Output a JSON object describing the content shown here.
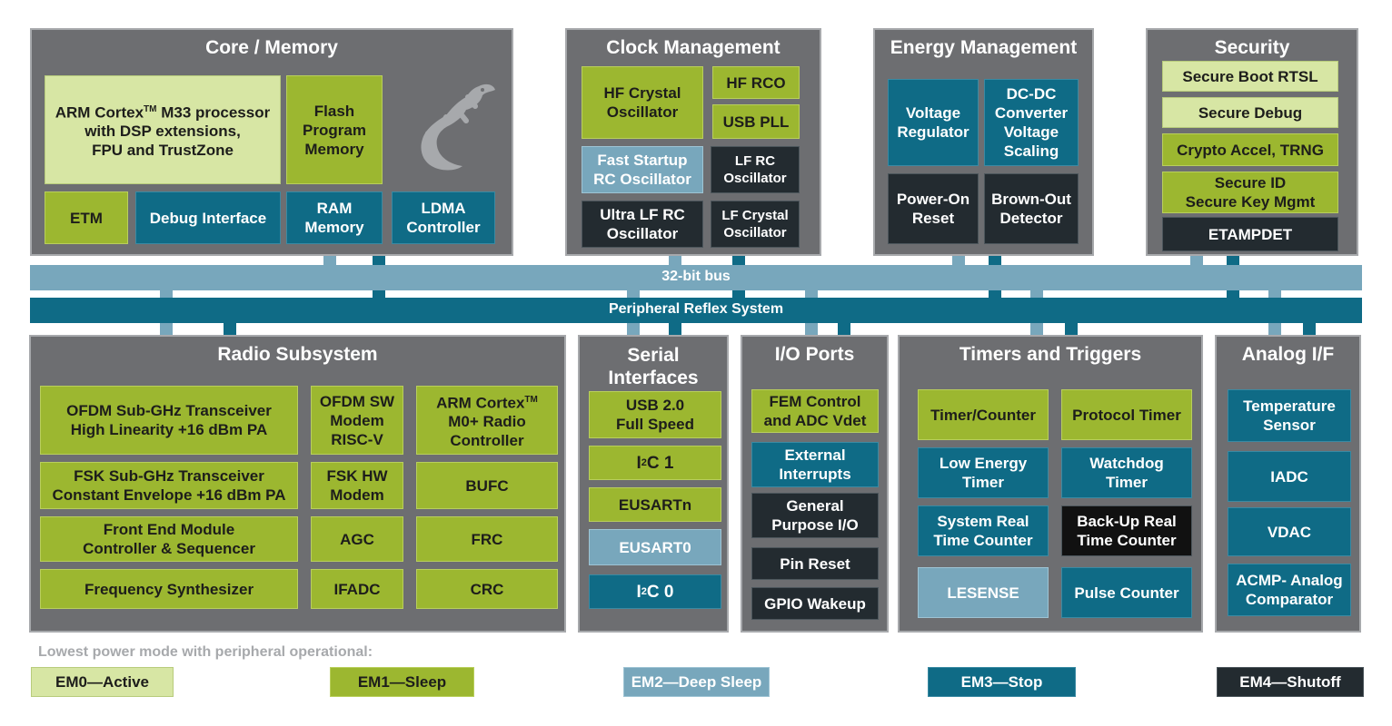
{
  "bus": {
    "bus32": "32-bit bus",
    "prs": "Peripheral Reflex System"
  },
  "core": {
    "title": "Core / Memory",
    "arm_line1": "ARM Cortex",
    "arm_tm": "TM",
    "arm_line1_rest": " M33 processor",
    "arm_line2": "with DSP extensions,",
    "arm_line3": "FPU and TrustZone",
    "flash": "Flash\nProgram\nMemory",
    "etm": "ETM",
    "debug": "Debug Interface",
    "ram": "RAM\nMemory",
    "ldma": "LDMA\nController"
  },
  "clock": {
    "title": "Clock Management",
    "hfxo": "HF Crystal\nOscillator",
    "hfrco": "HF RCO",
    "usbpll": "USB PLL",
    "fsrco": "Fast Startup\nRC Oscillator",
    "lfrco": "LF RC\nOscillator",
    "ulfrco": "Ultra LF RC\nOscillator",
    "lfxo": "LF Crystal\nOscillator"
  },
  "energy": {
    "title": "Energy Management",
    "vreg": "Voltage\nRegulator",
    "dcdc": "DC-DC\nConverter\nVoltage\nScaling",
    "por": "Power-On\nReset",
    "bod": "Brown-Out\nDetector"
  },
  "security": {
    "title": "Security",
    "sboot": "Secure Boot RTSL",
    "sdebug": "Secure Debug",
    "crypto": "Crypto Accel, TRNG",
    "sid": "Secure ID\nSecure Key Mgmt",
    "etamp": "ETAMPDET"
  },
  "radio": {
    "title": "Radio Subsystem",
    "ofdm": "OFDM Sub-GHz Transceiver\nHigh Linearity +16 dBm PA",
    "fsk": "FSK Sub-GHz Transceiver\nConstant Envelope +16 dBm PA",
    "fem": "Front End Module\nController & Sequencer",
    "synth": "Frequency Synthesizer",
    "ofdmsw": "OFDM SW\nModem\nRISC-V",
    "fskhw": "FSK HW\nModem",
    "agc": "AGC",
    "ifadc": "IFADC",
    "m0_line1": "ARM Cortex",
    "m0_tm": "TM",
    "m0_line2": "M0+ Radio",
    "m0_line3": "Controller",
    "bufc": "BUFC",
    "frc": "FRC",
    "crc": "CRC"
  },
  "serial": {
    "title": "Serial\nInterfaces",
    "usb": "USB 2.0\nFull Speed",
    "i2c1_a": "I",
    "i2c1_sup": "2",
    "i2c1_b": "C 1",
    "eusartn": "EUSARTn",
    "eusart0": "EUSART0",
    "i2c0_a": "I",
    "i2c0_sup": "2",
    "i2c0_b": "C 0"
  },
  "io": {
    "title": "I/O Ports",
    "fem": "FEM Control\nand ADC Vdet",
    "extint": "External\nInterrupts",
    "gpio": "General\nPurpose I/O",
    "pinreset": "Pin Reset",
    "wakeup": "GPIO Wakeup"
  },
  "timers": {
    "title": "Timers and Triggers",
    "timer": "Timer/Counter",
    "protocol": "Protocol Timer",
    "letimer": "Low Energy\nTimer",
    "wdog": "Watchdog\nTimer",
    "sysrtc": "System Real\nTime Counter",
    "burtc": "Back-Up Real\nTime Counter",
    "lesense": "LESENSE",
    "pcnt": "Pulse Counter"
  },
  "analog": {
    "title": "Analog I/F",
    "temp": "Temperature\nSensor",
    "iadc": "IADC",
    "vdac": "VDAC",
    "acmp": "ACMP- Analog\nComparator"
  },
  "legend": {
    "title": "Lowest power mode with peripheral operational:",
    "em0": "EM0—Active",
    "em1": "EM1—Sleep",
    "em2": "EM2—Deep Sleep",
    "em3": "EM3—Stop",
    "em4": "EM4—Shutoff"
  },
  "colors": {
    "panel": "#6d6e71",
    "em0": "#d7e6a4",
    "em1": "#9cb730",
    "em2": "#78a7bc",
    "em3": "#0f6b86",
    "em4": "#232b30"
  },
  "logo": "gecko-icon"
}
